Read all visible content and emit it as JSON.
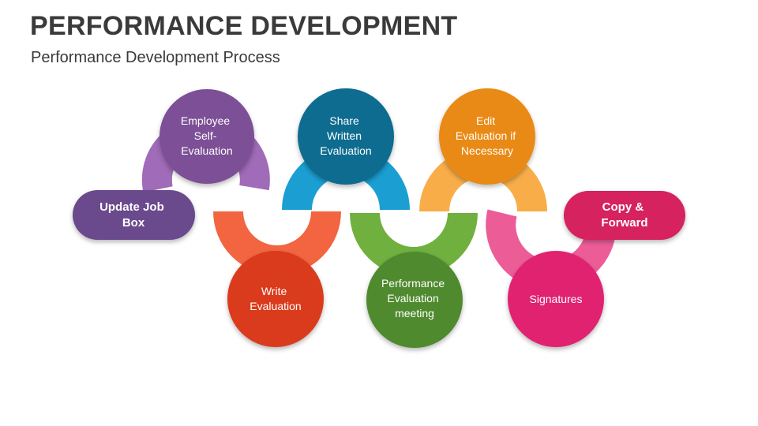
{
  "header": {
    "title": "PERFORMANCE DEVELOPMENT",
    "subtitle": "Performance Development Process"
  },
  "pills": {
    "update_job_box": {
      "lines": [
        "Update Job",
        "Box"
      ],
      "color": "#6b4a8c"
    },
    "copy_forward": {
      "lines": [
        "Copy &",
        "Forward"
      ],
      "color": "#d6215f"
    }
  },
  "steps": {
    "employee_self_evaluation": {
      "lines": [
        "Employee",
        "Self-",
        "Evaluation"
      ],
      "color": "#7b4f96",
      "ring_color": "#a06bb8"
    },
    "write_evaluation": {
      "lines": [
        "Write",
        "Evaluation"
      ],
      "color": "#d93a1e",
      "ring_color": "#f26540"
    },
    "share_written_evaluation": {
      "lines": [
        "Share",
        "Written",
        "Evaluation"
      ],
      "color": "#116c8f",
      "ring_color": "#1b9fd3"
    },
    "performance_evaluation_meeting": {
      "lines": [
        "Performance",
        "Evaluation",
        "meeting"
      ],
      "color": "#4f8a2f",
      "ring_color": "#6fb03f"
    },
    "edit_evaluation": {
      "lines": [
        "Edit",
        "Evaluation if",
        "Necessary"
      ],
      "color": "#ea8a12",
      "ring_color": "#f8ad48"
    },
    "signatures": {
      "lines": [
        "Signatures"
      ],
      "color": "#e0236f",
      "ring_color": "#ec5d98"
    }
  }
}
